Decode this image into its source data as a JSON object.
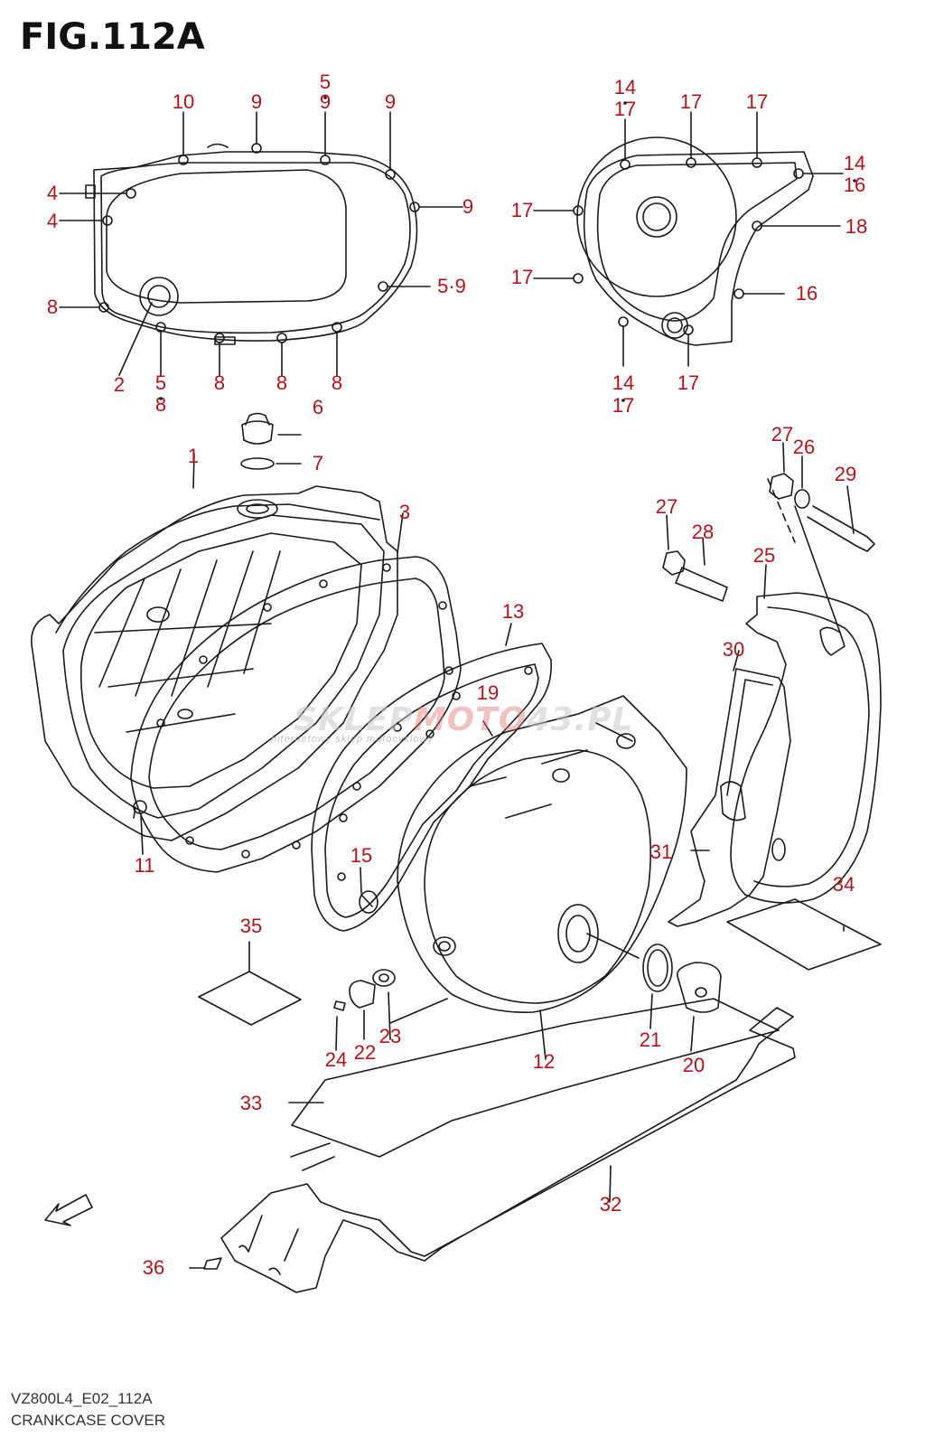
{
  "figure": {
    "title": "FIG.112A",
    "code": "VZ800L4_E02_112A",
    "caption": "CRANKCASE COVER",
    "fwd_label": "FWD"
  },
  "watermark": {
    "part1": "SKLEP",
    "part2": "MOTO",
    "part3": "43.PL",
    "sub": "internetowy sklep motocyklowy"
  },
  "colors": {
    "callout": "#b3141b",
    "line": "#1a1a1a"
  },
  "callouts": [
    "10",
    "9",
    "5",
    "9",
    "9",
    "4",
    "9",
    "4",
    "8",
    "5·9",
    "2",
    "5",
    "8",
    "8",
    "8",
    "8",
    "14",
    "17",
    "17",
    "17",
    "14",
    "16",
    "17",
    "18",
    "17",
    "16",
    "14",
    "17",
    "17",
    "1",
    "6",
    "7",
    "3",
    "27",
    "26",
    "29",
    "27",
    "28",
    "25",
    "13",
    "19",
    "30",
    "11",
    "15",
    "31",
    "34",
    "35",
    "12",
    "21",
    "20",
    "22",
    "23",
    "24",
    "33",
    "32",
    "36"
  ]
}
